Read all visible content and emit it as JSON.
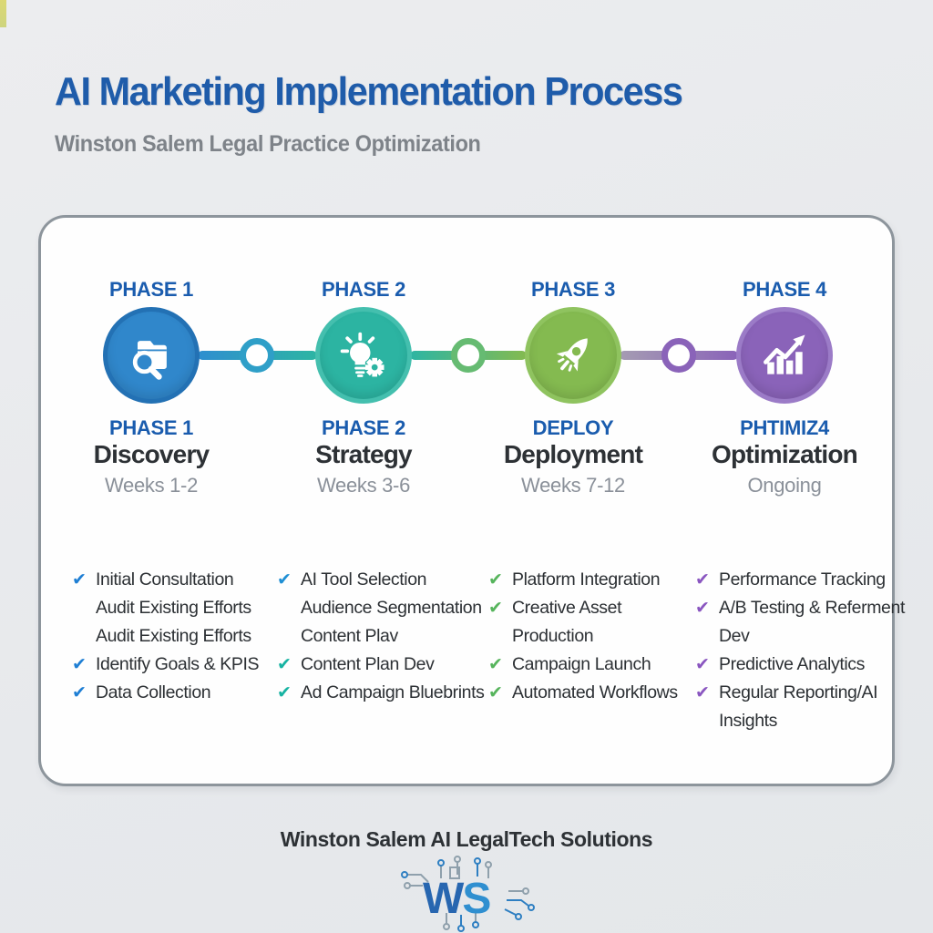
{
  "background_color": "#e9ebee",
  "header": {
    "title": "AI Marketing Implementation Process",
    "title_color": "#1f5caa",
    "subtitle": "Winston Salem Legal Practice Optimization",
    "subtitle_color": "#7e8389"
  },
  "phases": [
    {
      "top_label": "PHASE 1",
      "label": "PHASE 1",
      "name": "Discovery",
      "duration": "Weeks 1-2",
      "icon": "folder-search-icon",
      "circle_fill": "#3087cb",
      "circle_ring": "#2371b4",
      "check_color": "#1f7fd4",
      "tasks": [
        {
          "text": "Initial Consultation",
          "checked": true
        },
        {
          "text": "Audit Existing Efforts",
          "checked": false
        },
        {
          "text": "Audit Existing Efforts",
          "checked": false
        },
        {
          "text": "Identify Goals & KPIS",
          "checked": true
        },
        {
          "text": "Data Collection",
          "checked": true
        }
      ]
    },
    {
      "top_label": "PHASE 2",
      "label": "PHASE 2",
      "name": "Strategy",
      "duration": "Weeks 3-6",
      "icon": "lightbulb-gear-icon",
      "circle_fill": "#2cb4a2",
      "circle_ring": "#44bfae",
      "check_color": "#17b3a2",
      "tasks": [
        {
          "text": "AI Tool Selection",
          "checked": true,
          "check_color": "#1f8fd4"
        },
        {
          "text": "Audience Segmentation",
          "checked": false
        },
        {
          "text": "Content Plav",
          "checked": false
        },
        {
          "text": "Content Plan Dev",
          "checked": true
        },
        {
          "text": "Ad Campaign Bluebrints",
          "checked": true
        }
      ]
    },
    {
      "top_label": "PHASE 3",
      "label": "DEPLOY",
      "name": "Deployment",
      "duration": "Weeks 7-12",
      "icon": "rocket-icon",
      "circle_fill": "#84ba50",
      "circle_ring": "#8fc35f",
      "check_color": "#56b45c",
      "tasks": [
        {
          "text": "Platform Integration",
          "checked": true
        },
        {
          "text": "Creative Asset",
          "checked": true
        },
        {
          "text": "Production",
          "checked": false
        },
        {
          "text": "Campaign Launch",
          "checked": true
        },
        {
          "text": "Automated Workflows",
          "checked": true
        }
      ]
    },
    {
      "top_label": "PHASE 4",
      "label": "PHTIMIZ4",
      "name": "Optimization",
      "duration": "Ongoing",
      "icon": "growth-chart-icon",
      "circle_fill": "#8a63b9",
      "circle_ring": "#9b7bc7",
      "check_color": "#8a56c0",
      "tasks": [
        {
          "text": "Performance Tracking",
          "checked": true
        },
        {
          "text": "A/B Testing & Referment",
          "checked": true
        },
        {
          "text": "Dev",
          "checked": false
        },
        {
          "text": "Predictive Analytics",
          "checked": true
        },
        {
          "text": "Regular Reporting/AI",
          "checked": true
        },
        {
          "text": "Insights",
          "checked": false
        }
      ]
    }
  ],
  "connectors": [
    {
      "from": "#2e8ed0",
      "to": "#2db5a3",
      "node": "#2f9fc8"
    },
    {
      "from": "#2db5a3",
      "to": "#84ba50",
      "node": "#66bb72"
    },
    {
      "from": "#a59cb2",
      "to": "#8a63b9",
      "node": "#8a63b9"
    }
  ],
  "footer": {
    "company": "Winston Salem AI LegalTech Solutions",
    "logo": {
      "w": "W",
      "s": "S"
    },
    "logo_colors": [
      "#2766b0",
      "#2f8fd0"
    ]
  }
}
